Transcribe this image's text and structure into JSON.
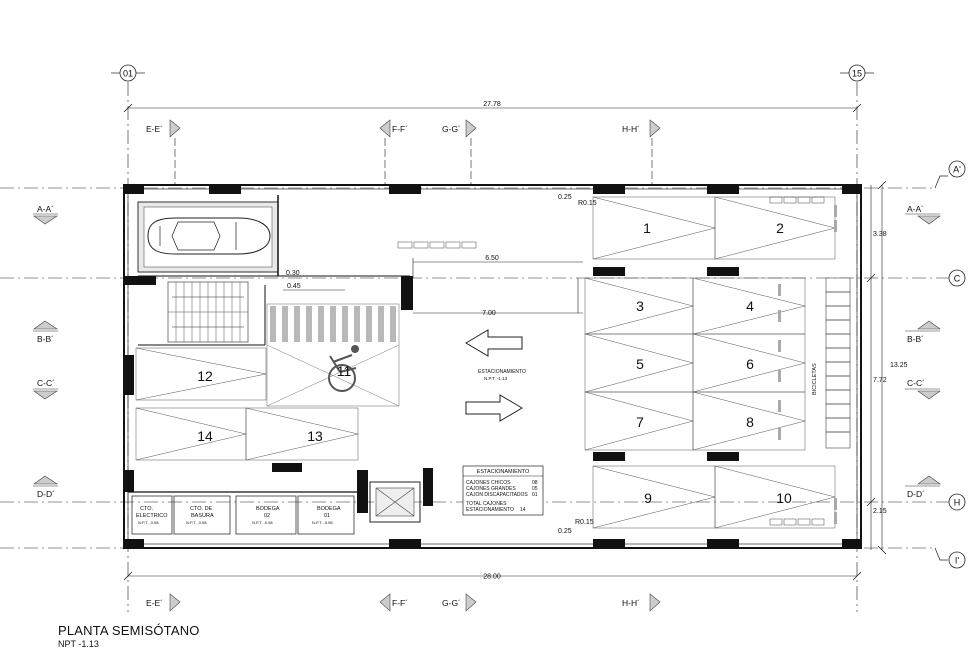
{
  "plan": {
    "title": "PLANTA SEMISÓTANO",
    "subtitle": "NPT -1.13",
    "grid_axes": {
      "vertical": [
        "01",
        "15"
      ],
      "horizontal": [
        "A'",
        "C",
        "H",
        "I'"
      ]
    },
    "section_marks": {
      "top": [
        "E-E´",
        "F-F´",
        "G-G´",
        "H-H´"
      ],
      "bottom": [
        "E-E´",
        "F-F´",
        "G-G´",
        "H-H´"
      ],
      "left": [
        "A-A´",
        "B-B´",
        "C-C´",
        "D-D´"
      ],
      "right": [
        "A-A´",
        "B-B´",
        "C-C´",
        "D-D´"
      ]
    },
    "dimensions": {
      "top_total": "27.78",
      "bottom_total": "28.00",
      "right_total": "13.25",
      "right_top": "3.38",
      "right_mid": "7.72",
      "right_bottom": "2.15",
      "interior_a": "6.50",
      "interior_b": "7.00",
      "offset_a": "0.30",
      "offset_b": "0.45",
      "offset_c": "0.25",
      "offset_d": "0.25",
      "radius_a": "R0.15",
      "radius_b": "R0.15"
    },
    "parking_numbers": [
      "1",
      "2",
      "3",
      "4",
      "5",
      "6",
      "7",
      "8",
      "9",
      "10",
      "11",
      "12",
      "13",
      "14"
    ],
    "rooms": {
      "electrical": {
        "name_1": "CTO.",
        "name_2": "ELECTRICO",
        "level": "N.P.T. -0.98"
      },
      "trash": {
        "name_1": "CTO. DE",
        "name_2": "BASURA",
        "level": "N.P.T. -0.98"
      },
      "storage_02": {
        "name_1": "BODEGA",
        "name_2": "02",
        "level": "N.P.T. -0.98"
      },
      "storage_01": {
        "name_1": "BODEGA",
        "name_2": "01",
        "level": "N.P.T. -0.98"
      }
    },
    "parking_label": "ESTACIONAMIENTO",
    "parking_level": "N.P.T. -1.13",
    "bicycle_label": "BICICLETAS",
    "summary_table": {
      "title": "ESTACIONAMIENTO",
      "rows": [
        {
          "label": "CAJONES CHICOS",
          "value": "08"
        },
        {
          "label": "CAJONES GRANDES",
          "value": "05"
        },
        {
          "label": "CAJON DISCAPACITADOS",
          "value": "01"
        },
        {
          "label": "TOTAL CAJONES",
          "value": ""
        },
        {
          "label": "ESTACIONAMIENTO",
          "value": "14"
        }
      ]
    }
  }
}
